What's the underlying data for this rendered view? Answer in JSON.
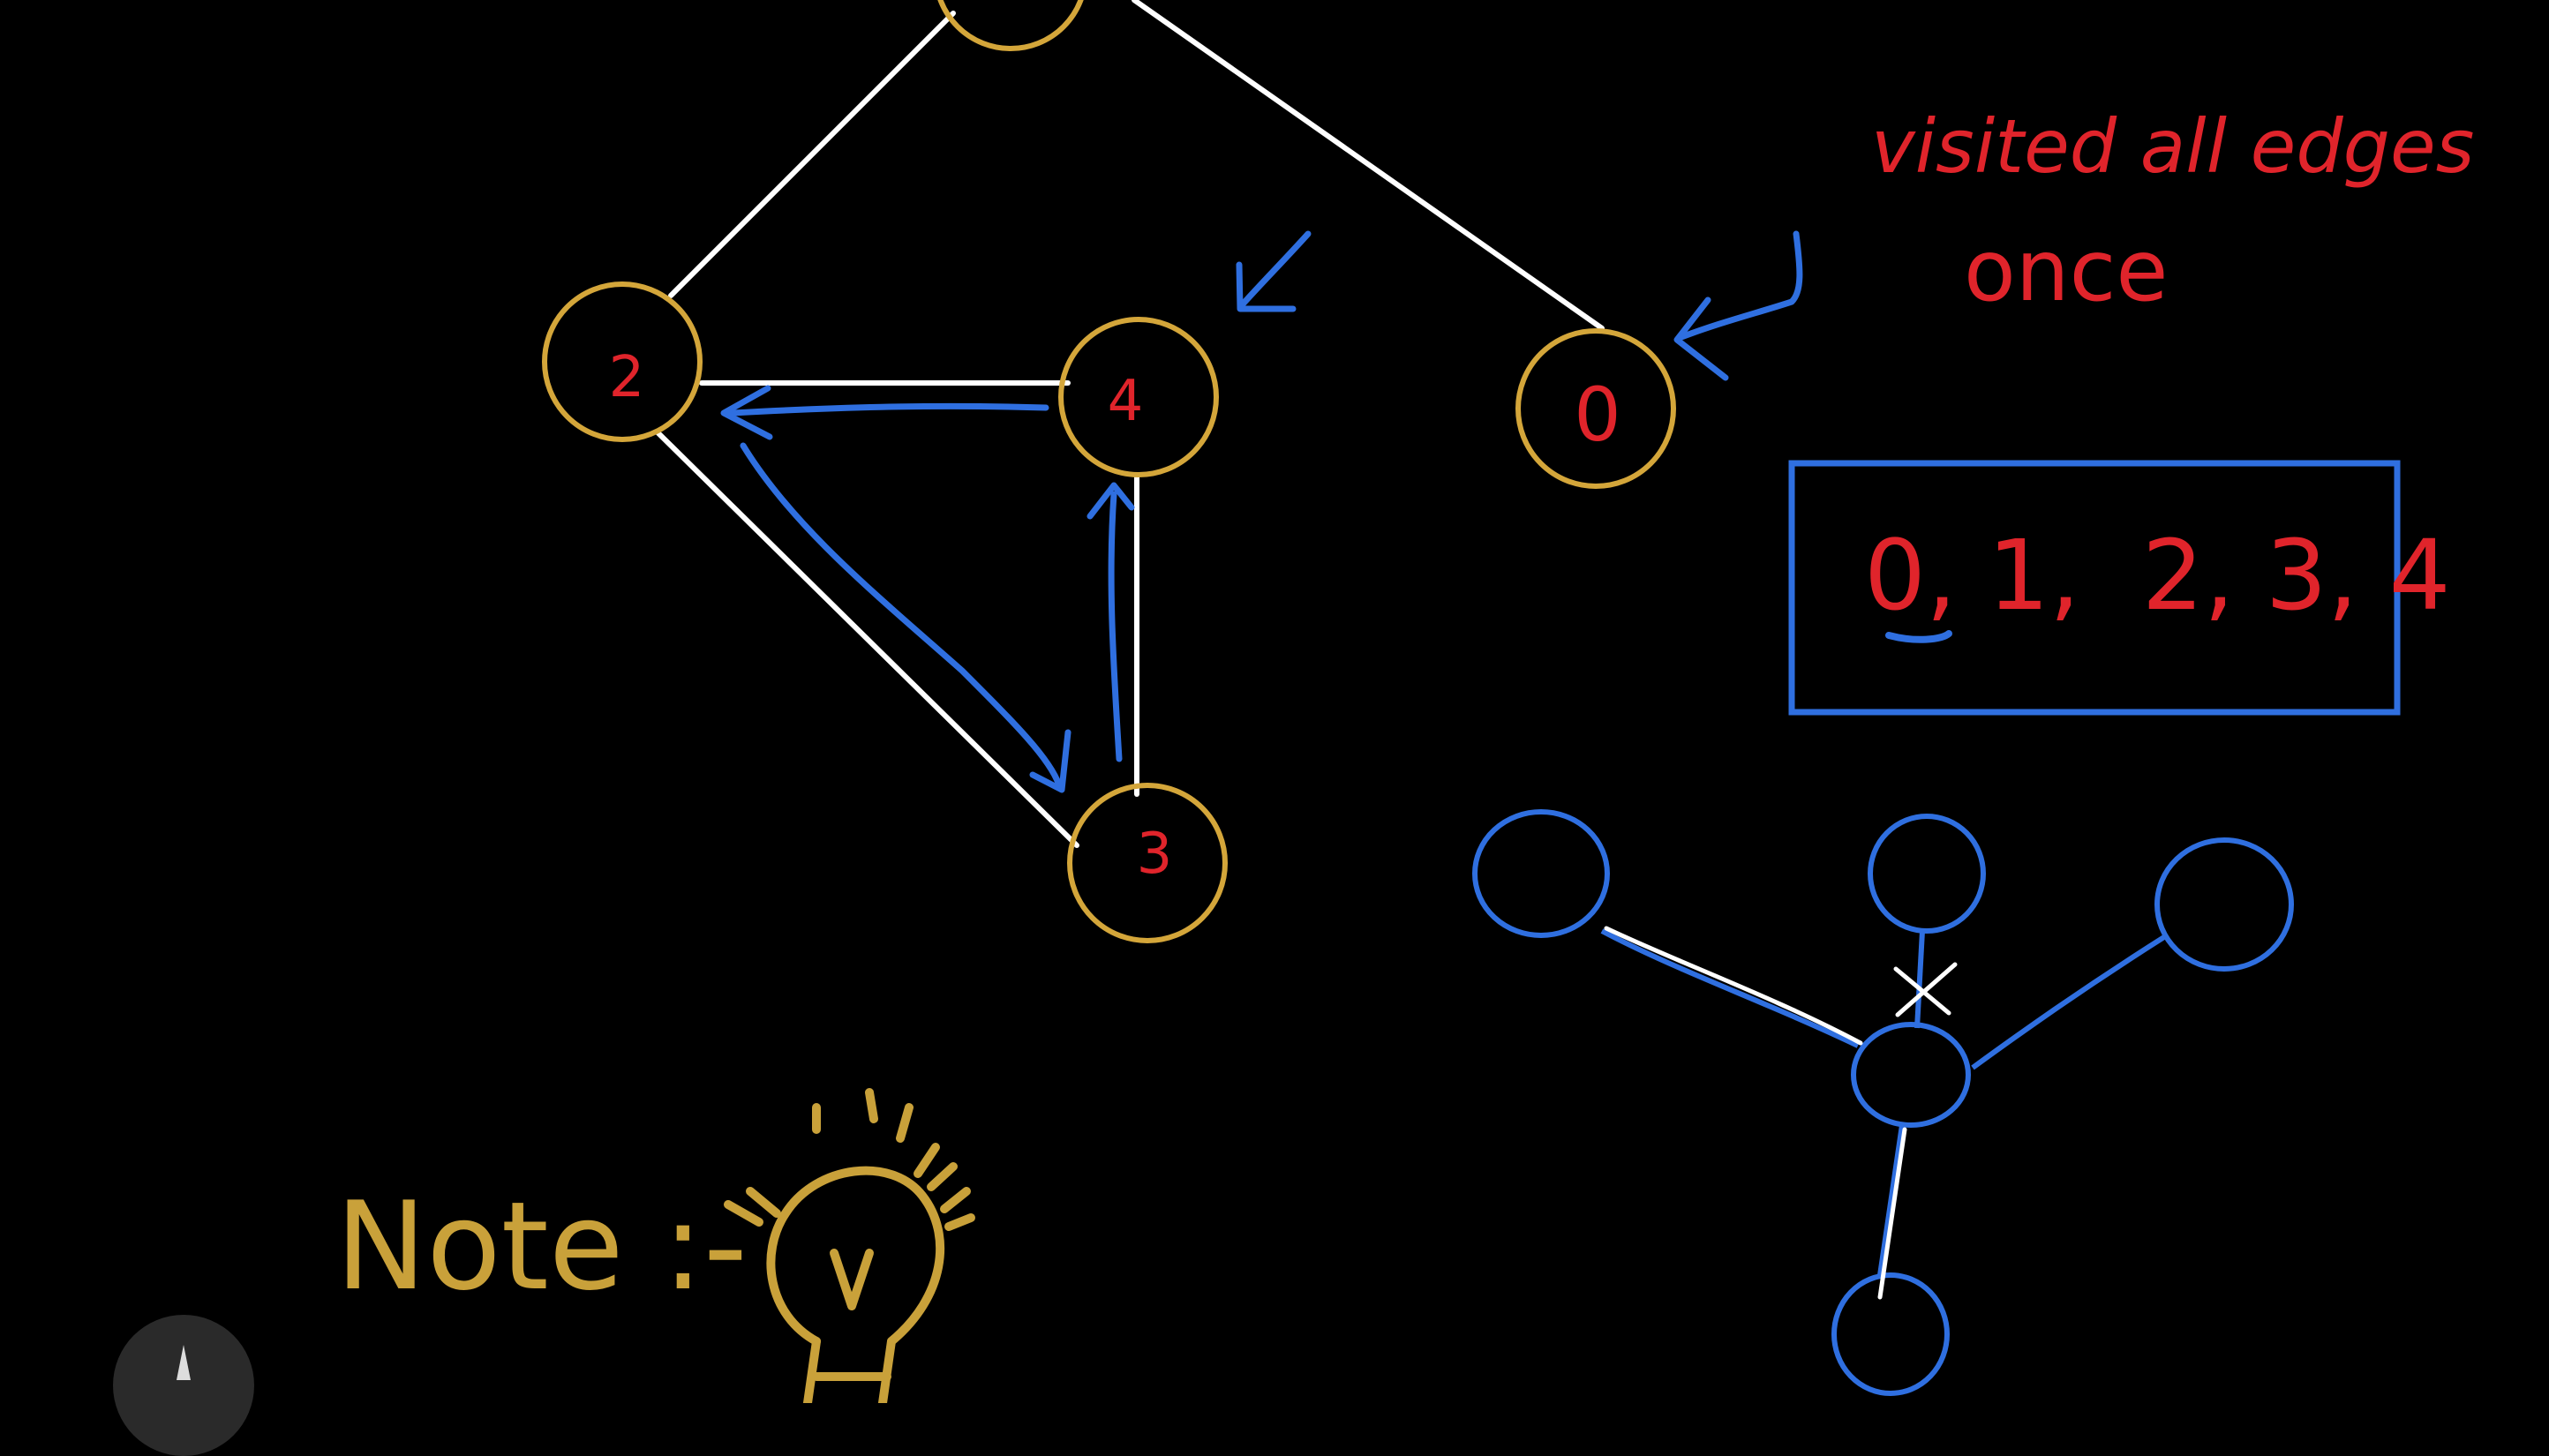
{
  "colors": {
    "background": "#000000",
    "node_outline": "#d4a63a",
    "edge": "#ffffff",
    "red_ink": "#e0242b",
    "blue_ink": "#2f6fe0",
    "gold_ink": "#c9a13a"
  },
  "graph": {
    "nodes": [
      {
        "id": "1",
        "label": ""
      },
      {
        "id": "2",
        "label": "2"
      },
      {
        "id": "4",
        "label": "4"
      },
      {
        "id": "0",
        "label": "0"
      },
      {
        "id": "3",
        "label": "3"
      }
    ],
    "edges": [
      [
        "1",
        "2"
      ],
      [
        "1",
        "0"
      ],
      [
        "2",
        "4"
      ],
      [
        "2",
        "3"
      ],
      [
        "4",
        "3"
      ]
    ]
  },
  "annotations": {
    "visited_line1": "visited  all edges",
    "visited_line2": "once",
    "order_sequence": "0, 1,  2, 3, 4",
    "note": "Note :-"
  },
  "icons": [
    "lightbulb-icon",
    "pen-cursor-icon",
    "cross-mark-icon"
  ]
}
